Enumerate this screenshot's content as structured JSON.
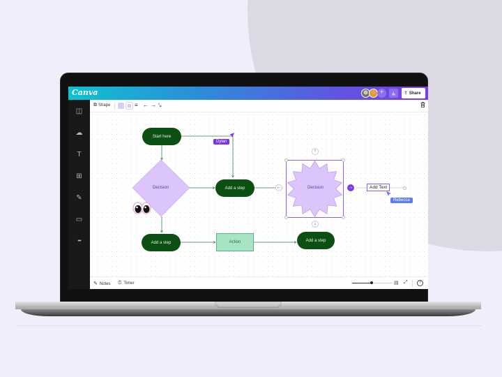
{
  "app": {
    "logo": "Canva",
    "header": {
      "collaborators": [
        "collaborator-1",
        "collaborator-2"
      ],
      "add_icon": "+",
      "insights_icon": "bar-chart",
      "share_label": "Share",
      "share_icon": "⇪"
    },
    "sidebar": {
      "items": [
        {
          "name": "design",
          "icon": "◫"
        },
        {
          "name": "uploads",
          "icon": "☁"
        },
        {
          "name": "text",
          "icon": "T"
        },
        {
          "name": "elements",
          "icon": "⊞"
        },
        {
          "name": "draw",
          "icon": "✎"
        },
        {
          "name": "projects",
          "icon": "▭"
        },
        {
          "name": "more",
          "icon": "•••"
        }
      ]
    },
    "toolbar": {
      "shape_label": "Shape",
      "shape_icon": "⧉",
      "fill_color": "#d9ccfa",
      "border_color": "#d9ccfa",
      "line_weight_icon": "≡",
      "arrow_left_icon": "←",
      "arrow_right_icon": "→",
      "connector_icon": "⤥",
      "delete_icon": "🗑"
    },
    "canvas": {
      "nodes": {
        "start": "Start here",
        "decision1": "Decision",
        "step1": "Add a step",
        "step2": "Add a step",
        "action": "Action",
        "step3": "Add a step",
        "decision2": "Decision",
        "add_text": "Add Text"
      },
      "cursors": {
        "dylan": {
          "name": "Dylan",
          "color": "#7b2ff2"
        },
        "rebecca": {
          "name": "Rebecca",
          "color": "#5b7cf5"
        }
      },
      "controls": {
        "up": "↑",
        "down": "↓",
        "left": "←",
        "right": "→"
      },
      "colors": {
        "pill": "#0c4f12",
        "decision_fill": "#dbc5fb",
        "action_fill": "#a8e4c4",
        "connector": "#3f7d4b",
        "selection": "#8b5cf6"
      }
    },
    "bottombar": {
      "notes_label": "Notes",
      "notes_icon": "✎",
      "timer_label": "Timer",
      "timer_icon": "⏱",
      "zoom_percent_position": 0.48,
      "grid_view_icon": "▤",
      "fullscreen_icon": "⤢",
      "help_icon": "?"
    }
  }
}
